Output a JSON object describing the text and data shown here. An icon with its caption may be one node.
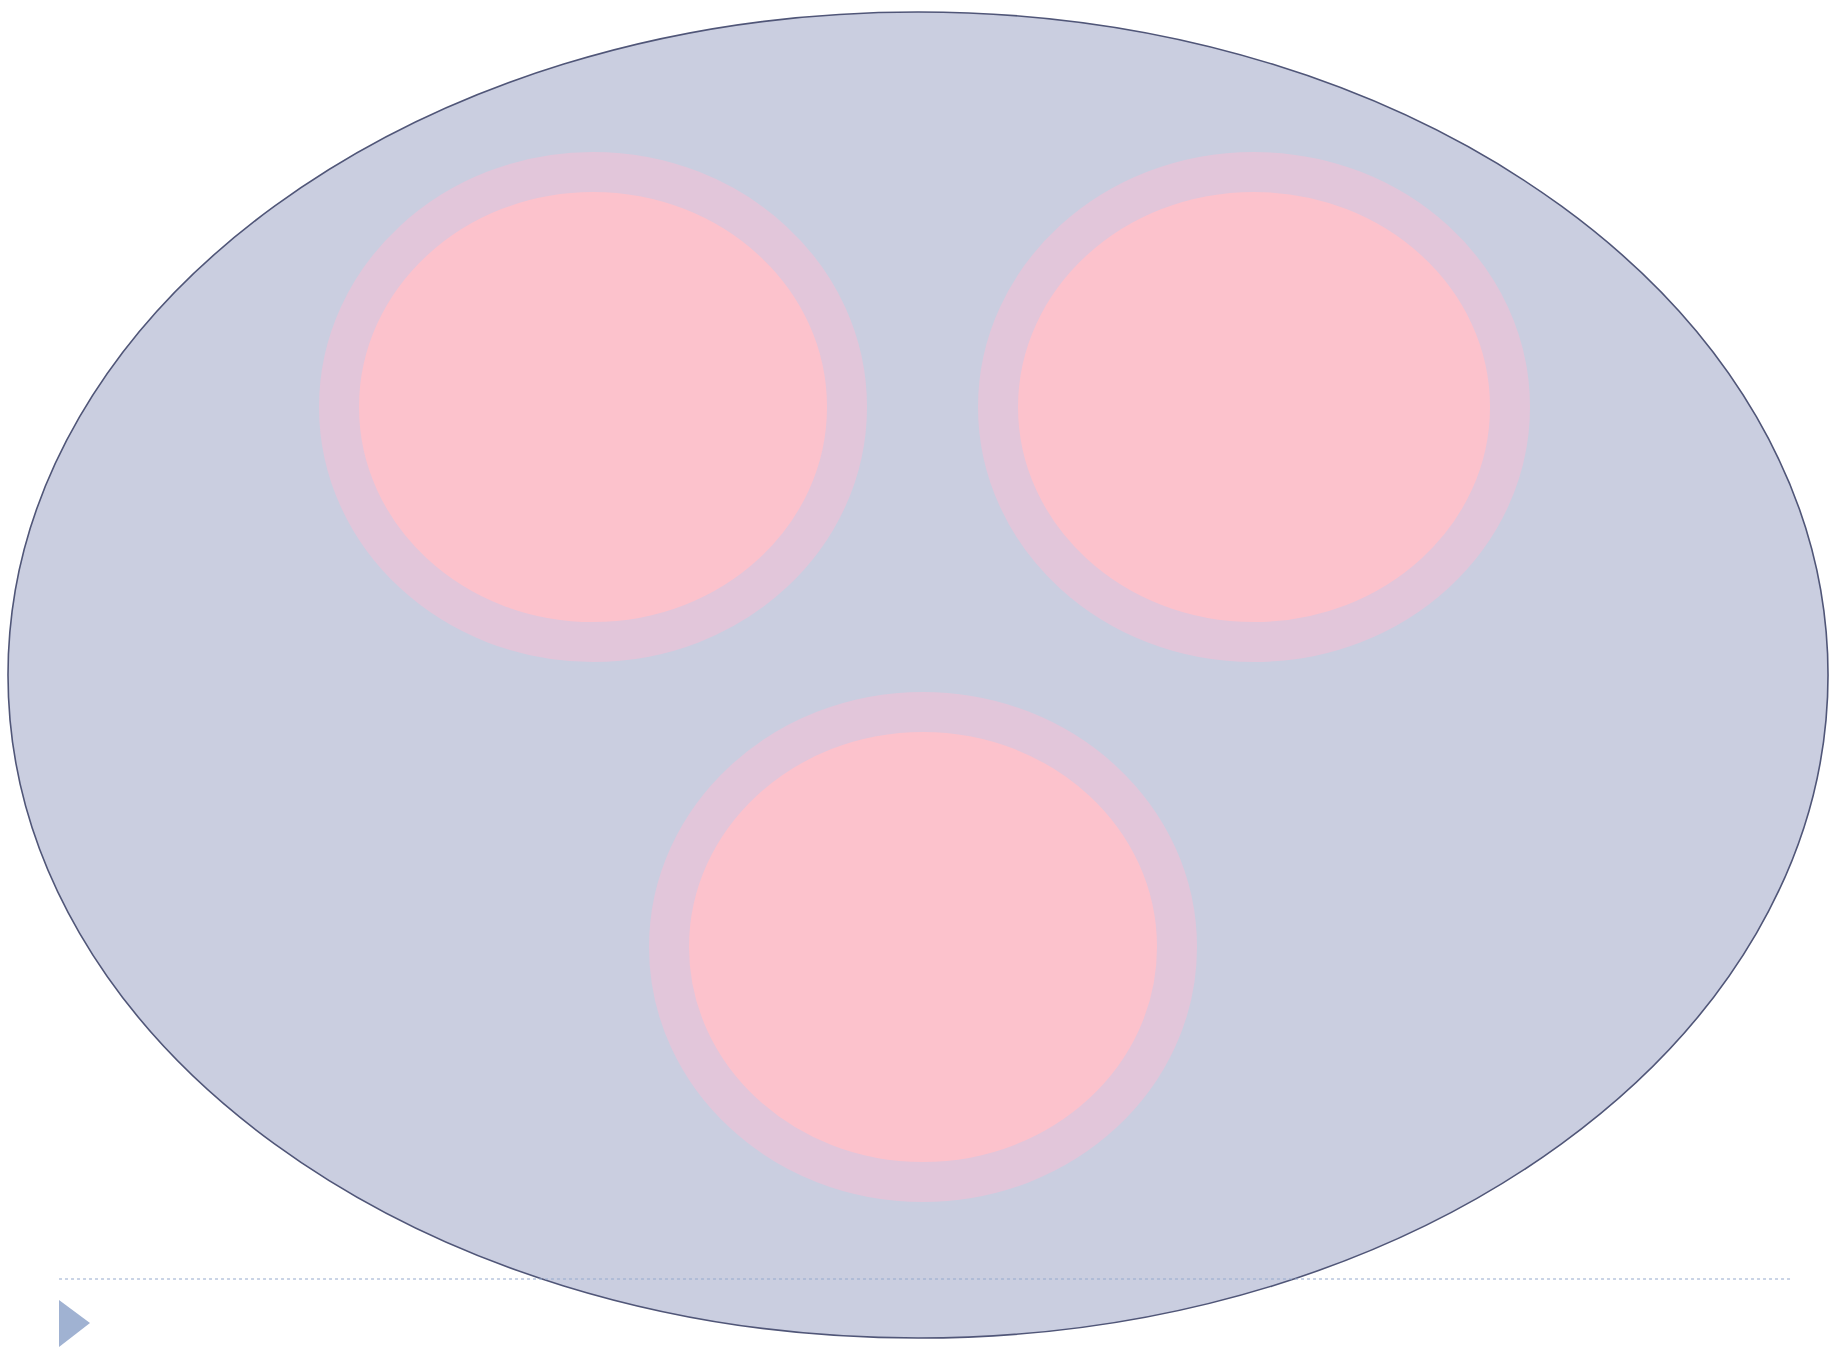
{
  "diagram": {
    "nodes": [
      {
        "text": [],
        "shape": "circle"
      },
      {
        "text": [],
        "shape": "circle",
        "in": 0
      },
      {
        "text": [],
        "shape": "circle",
        "in": 0
      },
      {
        "text": [],
        "shape": "circle",
        "in": 0
      }
    ]
  }
}
